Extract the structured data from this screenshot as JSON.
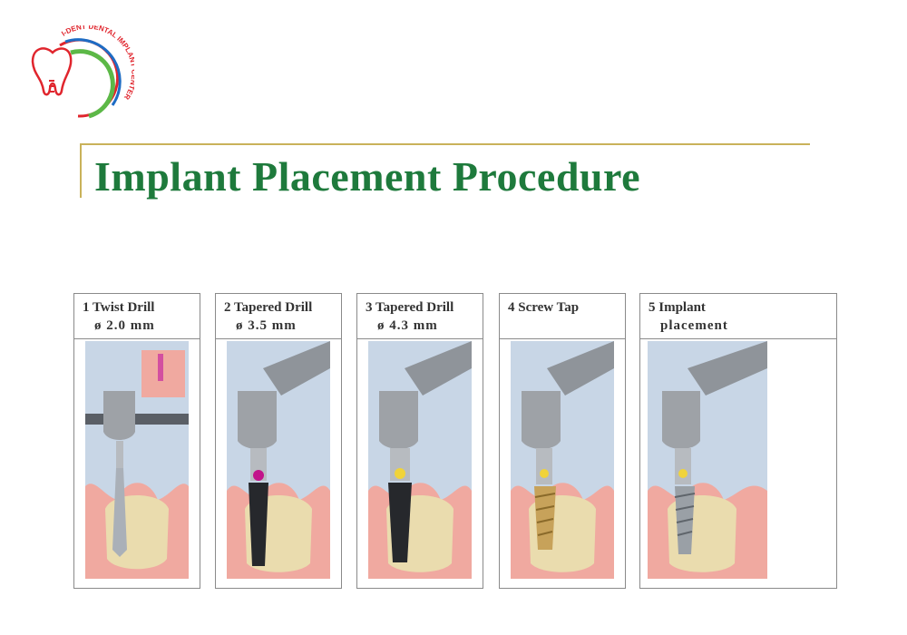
{
  "logo": {
    "text": "I-DENT DENTAL IMPLANT CENTER",
    "icon": "tooth-logo-icon",
    "colors": {
      "tooth": "#e0252d",
      "arc_red": "#e0252d",
      "arc_blue": "#1d6cc4",
      "arc_green": "#5cb847"
    }
  },
  "title": "Implant Placement Procedure",
  "colors": {
    "title": "#1e7a3c",
    "rule": "#c9b25a",
    "gum": "#f0a9a0",
    "bone": "#eadcae",
    "sky": "#c8d6e6",
    "handpiece": "#9ea2a7"
  },
  "steps": [
    {
      "label": "1 Twist Drill",
      "sub": "ø 2.0 mm",
      "icon": "twist-drill-illustration"
    },
    {
      "label": "2 Tapered Drill",
      "sub": "ø 3.5 mm",
      "icon": "tapered-drill-illustration"
    },
    {
      "label": "3 Tapered Drill",
      "sub": "ø 4.3 mm",
      "icon": "tapered-drill-illustration"
    },
    {
      "label": "4 Screw Tap",
      "sub": "",
      "icon": "screw-tap-illustration"
    },
    {
      "label": "5 Implant",
      "sub": "placement",
      "icon": "implant-placement-illustration"
    }
  ]
}
